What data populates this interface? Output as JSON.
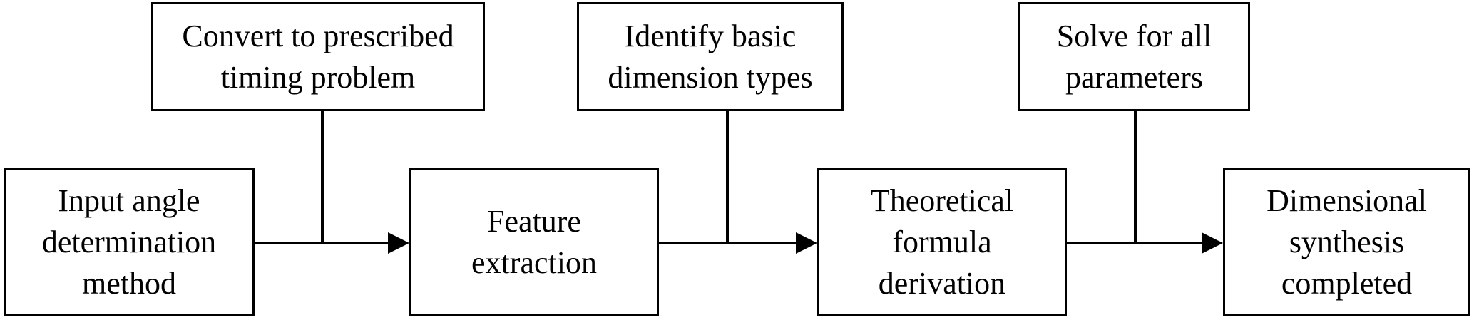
{
  "diagram": {
    "main_steps": [
      {
        "label": "Input angle\ndetermination\nmethod"
      },
      {
        "label": "Feature\nextraction"
      },
      {
        "label": "Theoretical\nformula\nderivation"
      },
      {
        "label": "Dimensional\nsynthesis\ncompleted"
      }
    ],
    "side_steps": [
      {
        "label": "Convert to prescribed\ntiming problem"
      },
      {
        "label": "Identify basic\ndimension types"
      },
      {
        "label": "Solve for all\nparameters"
      }
    ],
    "colors": {
      "stroke": "#000000",
      "background": "#ffffff"
    }
  }
}
